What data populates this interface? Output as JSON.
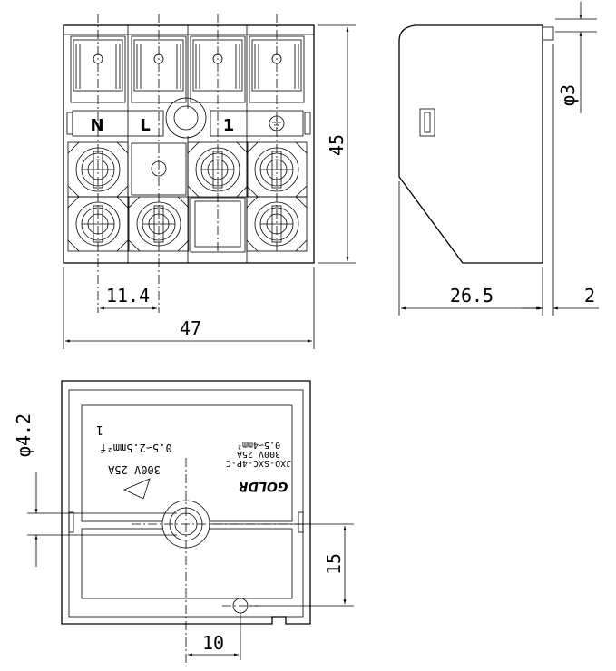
{
  "front_view": {
    "terminal_labels": [
      "N",
      "L",
      "1"
    ],
    "ground_symbol": "ground-icon",
    "dims": {
      "height": "45",
      "width": "47",
      "pitch": "11.4"
    }
  },
  "side_view": {
    "dims": {
      "depth": "26.5",
      "pin": "2",
      "pin_diameter": "φ3"
    }
  },
  "bottom_view": {
    "marking_left": {
      "number": "1",
      "wire": "0.5∽2.5mm²f",
      "rating": "300V 25A"
    },
    "marking_right": {
      "wire": "0.5∽4mm²",
      "rating": "300V 25A",
      "model": "JXO-SXC-4P-C",
      "logo": "GOLDR"
    },
    "dims": {
      "hole": "φ4.2",
      "offset_y": "15",
      "offset_x": "10"
    }
  }
}
